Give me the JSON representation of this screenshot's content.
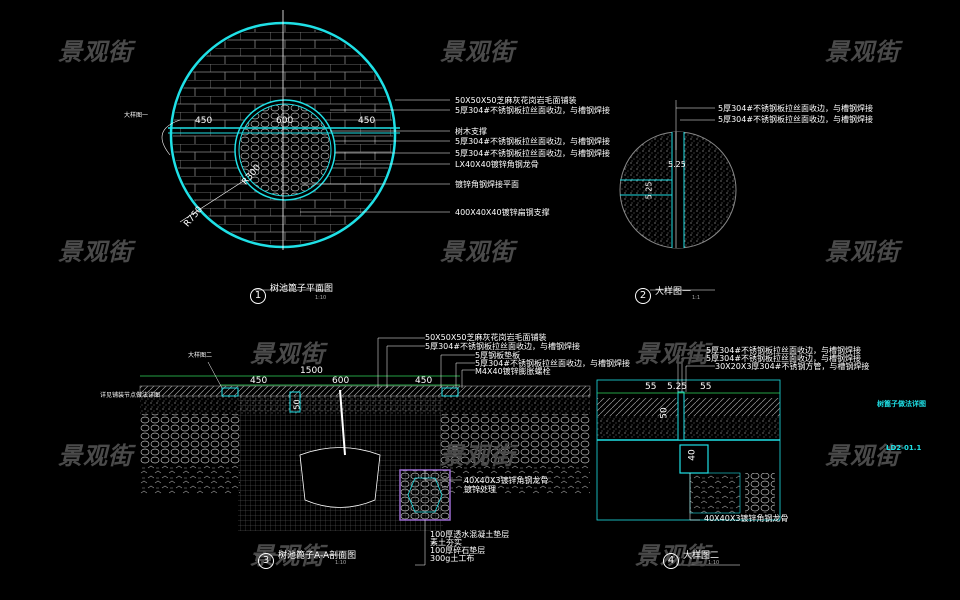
{
  "watermark": "景观街",
  "colors": {
    "background": "#000000",
    "outline": "#1fe0e6",
    "dimension": "#31d45a",
    "text": "#ffffff",
    "drain": "#9a6ad0"
  },
  "plan": {
    "title": "树池篦子平面图",
    "number": "1",
    "scale": "1:10",
    "dims": {
      "left": "450",
      "center": "600",
      "right": "450",
      "r_inner": "R300",
      "r_outer": "R750"
    },
    "ref_mark": "大样图一",
    "labels": [
      "50X50X50芝麻灰花岗岩毛面铺装",
      "5厚304#不锈钢板拉丝面收边，与槽钢焊接",
      "树木支撑",
      "5厚304#不锈钢板拉丝面收边，与槽钢焊接",
      "5厚304#不锈钢板拉丝面收边，与槽钢焊接",
      "LX40X40镀锌角钢龙骨",
      "镀锌角钢焊接平面",
      "400X40X40镀锌扁钢支撑"
    ]
  },
  "detail1": {
    "title": "大样图一",
    "number": "2",
    "scale": "1:1",
    "dims": {
      "a": "5.25",
      "b": "5.25"
    },
    "labels": [
      "5厚304#不锈钢板拉丝面收边，与槽钢焊接",
      "5厚304#不锈钢板拉丝面收边，与槽钢焊接"
    ]
  },
  "section": {
    "title": "树池篦子A-A剖面图",
    "number": "3",
    "scale": "1:10",
    "dims": {
      "total": "1500",
      "left": "450",
      "center": "600",
      "right": "450",
      "height": "50"
    },
    "ref_mark": "大样图二",
    "ground_label": "详见铺装节点做法详图",
    "labels": [
      "50X50X50芝麻灰花岗岩毛面铺装",
      "5厚304#不锈钢板拉丝面收边，与槽钢焊接",
      "5厚钢板垫板",
      "5厚304#不锈钢板拉丝面收边，与槽钢焊接",
      "M4X40镀锌膨胀螺栓"
    ],
    "bottom_labels": [
      "40X40X3镀锌角钢龙骨",
      "镀锌处理",
      "100厚透水混凝土垫层",
      "素土夯实",
      "100厚碎石垫层",
      "300g土工布"
    ]
  },
  "detail2": {
    "title": "大样图二",
    "number": "4",
    "scale": "1:10",
    "dims": {
      "left": "55",
      "mid": "5.25",
      "right": "55",
      "h1": "50",
      "h2": "40"
    },
    "labels": [
      "5厚304#不锈钢板拉丝面收边，与槽钢焊接",
      "5厚304#不锈钢板拉丝面收边，与槽钢焊接",
      "30X20X3厚304#不锈钢方管，与槽钢焊接"
    ],
    "bottom_label": "40X40X3镀锌角钢龙骨"
  },
  "sheet": {
    "name": "树篦子做法详图",
    "code": "LD2-01.1"
  }
}
